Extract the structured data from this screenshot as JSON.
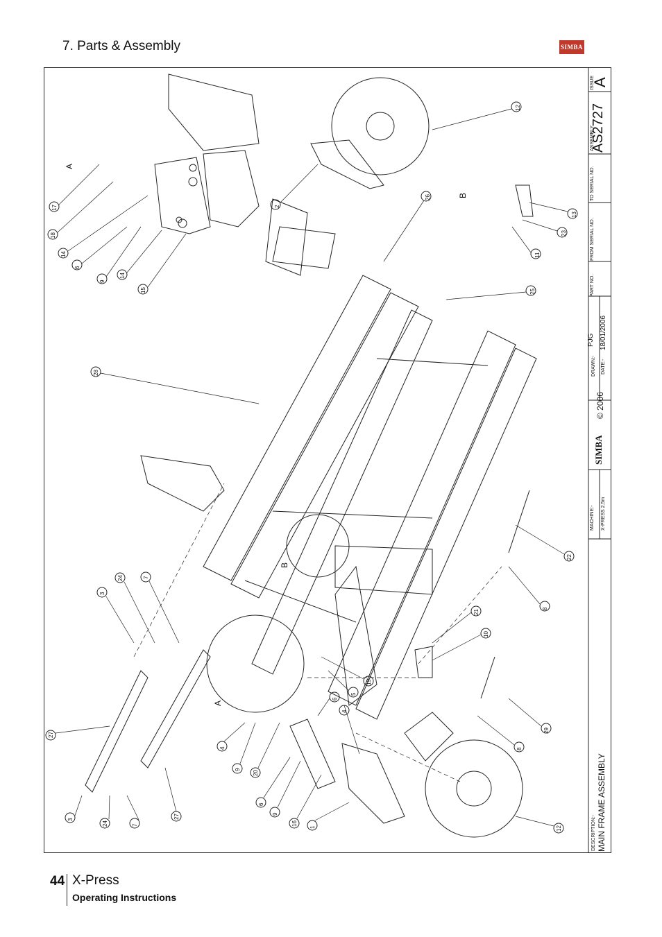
{
  "header": {
    "section_title": "7. Parts & Assembly",
    "logo_text": "SIMBA"
  },
  "footer": {
    "page_number": "44",
    "product": "X-Press",
    "subtitle": "Operating Instructions"
  },
  "title_block": {
    "description_label": "DESCRIPTION:-",
    "description": "MAIN FRAME ASSEMBLY",
    "machine_label": "MACHINE:-",
    "machine": "X-PRESS 2.5m",
    "logo_text": "SIMBA",
    "copyright": "© 2006",
    "drawn_label": "DRAWN:-",
    "drawn": "PJG",
    "date_label": "DATE:-",
    "date": "18/01/2006",
    "part_no_label": "PART NO.",
    "from_serial_label": "FROM SERIAL NO.",
    "to_serial_label": "TO SERIAL NO.",
    "assembly_label": "ASSEMBLY",
    "assembly_no": "AS2727",
    "issue_label": "ISSUE",
    "issue": "A"
  },
  "detail_labels": {
    "a_top": "A",
    "a_bottom": "A",
    "b_top": "B",
    "b_mid": "B"
  },
  "callouts": [
    "12",
    "2",
    "26",
    "13",
    "23",
    "11",
    "25",
    "17",
    "18",
    "14",
    "6",
    "9",
    "14",
    "15",
    "28",
    "22",
    "8",
    "3",
    "24",
    "7",
    "21",
    "10",
    "19",
    "5",
    "6",
    "4",
    "29",
    "8",
    "27",
    "4",
    "9",
    "20",
    "6",
    "9",
    "16",
    "1",
    "3",
    "24",
    "7",
    "27",
    "12"
  ]
}
